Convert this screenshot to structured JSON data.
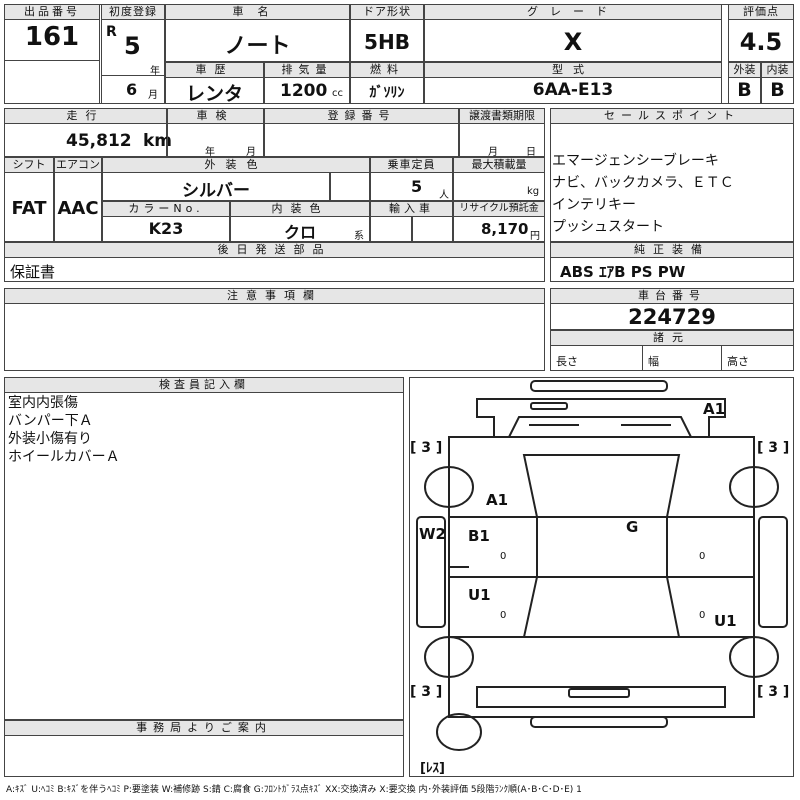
{
  "header": {
    "lot_no_label": "出品番号",
    "lot_no": "161",
    "first_reg_label": "初度登録",
    "era": "R",
    "year": "5",
    "year_unit": "年",
    "month": "6",
    "month_unit": "月",
    "car_name_label": "車名",
    "car_name": "ノート",
    "door_label": "ドア形状",
    "door": "5HB",
    "grade_label": "グレード",
    "grade": "X",
    "score_label": "評価点",
    "score": "4.5",
    "history_label": "車歴",
    "history": "レンタ",
    "displacement_label": "排気量",
    "displacement": "1200",
    "displacement_unit": "cc",
    "fuel_label": "燃料",
    "fuel": "ｶﾞｿﾘﾝ",
    "model_label": "型式",
    "model": "6AA-E13",
    "ext_label": "外装",
    "ext_grade": "B",
    "int_label": "内装",
    "int_grade": "B"
  },
  "details": {
    "mileage_label": "走行",
    "mileage": "45,812",
    "mileage_unit": "km",
    "inspection_label": "車検",
    "insp_year_unit": "年",
    "insp_month_unit": "月",
    "reg_no_label": "登録番号",
    "transfer_label": "譲渡書類期限",
    "transfer_month_unit": "月",
    "transfer_day_unit": "日",
    "shift_label": "シフト",
    "shift": "FAT",
    "ac_label": "エアコン",
    "ac": "AAC",
    "ext_color_label": "外装色",
    "ext_color": "シルバー",
    "capacity_label": "乗車定員",
    "capacity": "5",
    "capacity_unit": "人",
    "max_load_label": "最大積載量",
    "max_load_unit": "kg",
    "color_no_label": "カラーNo.",
    "color_no": "K23",
    "int_color_label": "内装色",
    "int_color": "クロ",
    "int_color_unit": "系",
    "import_label": "輸入車",
    "recycle_label": "リサイクル預託金",
    "recycle": "8,170",
    "recycle_unit": "円",
    "later_label": "後日発送部品",
    "later_item": "保証書"
  },
  "sales": {
    "label": "セールスポイント",
    "lines": [
      "エマージェンシーブレーキ",
      "ナビ、バックカメラ、ＥＴＣ",
      "インテリキー",
      "プッシュスタート"
    ]
  },
  "equipment": {
    "label": "純正装備",
    "value": "ABS ｴｱB PS PW"
  },
  "notes": {
    "label": "注意事項欄"
  },
  "chassis": {
    "label": "車台番号",
    "value": "224729"
  },
  "specs": {
    "label": "諸元",
    "length_label": "長さ",
    "width_label": "幅",
    "height_label": "高さ"
  },
  "inspector": {
    "label": "検査員記入欄",
    "lines": [
      "室内内張傷",
      "バンパー下Ａ",
      "外装小傷有り",
      "ホイールカバーＡ"
    ]
  },
  "office": {
    "label": "事務局よりご案内"
  },
  "diagram": {
    "marks": [
      "A1",
      "A1",
      "G",
      "W2",
      "B1",
      "U1",
      "U1"
    ],
    "tires": [
      "[ 3 ]",
      "[ 3 ]",
      "[ 3 ]",
      "[ 3 ]"
    ],
    "spare": "[ﾚｽ]",
    "zeros": [
      "0",
      "0",
      "0",
      "0"
    ]
  },
  "legend": "A:ｷｽﾞ  U:ﾍｺﾐ  B:ｷｽﾞを伴うﾍｺﾐ  P:要塗装  W:補修跡  S:錆  C:腐食  G:ﾌﾛﾝﾄｶﾞﾗｽ点ｷｽﾞ  XX:交換済み  X:要交換   内･外装評価  5段階ﾗﾝｸ順(A･B･C･D･E) 1"
}
